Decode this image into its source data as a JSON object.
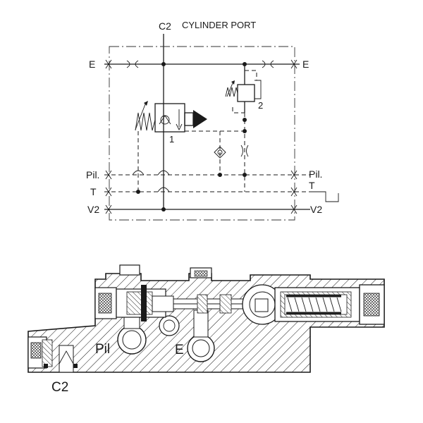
{
  "schematic": {
    "top_label_port": "C2",
    "top_label_title": "CYLINDER PORT",
    "left_labels": {
      "e": "E",
      "pil": "Pil.",
      "t": "T",
      "v2": "V2"
    },
    "right_labels": {
      "e": "E",
      "pil": "Pil.",
      "t": "T",
      "v2": "V2"
    },
    "valve1_label": "1",
    "valve2_label": "2"
  },
  "section": {
    "label_pil": "Pil",
    "label_e": "E",
    "label_c2": "C2"
  }
}
